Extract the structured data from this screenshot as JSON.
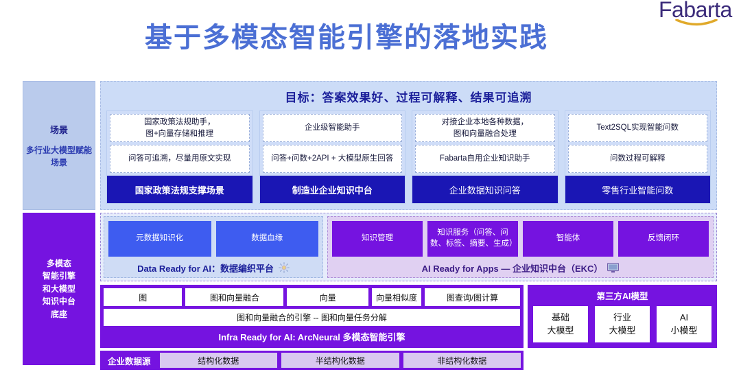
{
  "logo": {
    "name": "Fabarta",
    "arc_color": "#e0a92a",
    "text_color": "#3b2b7a"
  },
  "title": "基于多模态智能引擎的落地实践",
  "scene": {
    "side": {
      "heading": "场景",
      "sub": "多行业大模型赋能场景"
    },
    "goal": "目标：答案效果好、过程可解释、结果可追溯",
    "cards": [
      {
        "bullets": [
          "国家政策法规助手，\n图+向量存储和推理",
          "问答可追溯，尽量用原文实现"
        ],
        "footer": "国家政策法规支撑场景",
        "footer_bold": true
      },
      {
        "bullets": [
          "企业级智能助手",
          "问答+问数+2API + 大模型原生回答"
        ],
        "footer": "制造业企业知识中台",
        "footer_bold": true
      },
      {
        "bullets": [
          "对接企业本地各种数据，\n图和向量融合处理",
          "Fabarta自用企业知识助手"
        ],
        "footer": "企业数据知识问答",
        "footer_bold": false
      },
      {
        "bullets": [
          "Text2SQL实现智能问数",
          "问数过程可解释"
        ],
        "footer": "零售行业智能问数",
        "footer_bold": false
      }
    ]
  },
  "base": {
    "side": {
      "sub": "多模态\n智能引擎\n和大模型\n知识中台\n底座"
    },
    "data_ready": {
      "chips": [
        "元数据知识化",
        "数据血缘"
      ],
      "caption": "Data Ready for AI：数据编织平台",
      "icon": "sparkle-icon"
    },
    "apps_ready": {
      "chips": [
        "知识管理",
        "知识服务（问答、问数、标签、摘要、生成）",
        "智能体",
        "反馈闭环"
      ],
      "caption": "AI Ready for Apps — 企业知识中台（EKC）",
      "icon": "monitor-icon"
    },
    "infra": {
      "top_boxes": [
        "图",
        "图和向量融合",
        "向量",
        "向量相似度",
        "图查询/图计算"
      ],
      "middle": "图和向量融合的引擎 -- 图和向量任务分解",
      "footer": "Infra Ready for AI:  ArcNeural 多模态智能引擎"
    },
    "models": {
      "title": "第三方AI模型",
      "items": [
        "基础\n大模型",
        "行业\n大模型",
        "AI\n小模型"
      ]
    },
    "data_sources": {
      "label": "企业数据源",
      "items": [
        "结构化数据",
        "半结构化数据",
        "非结构化数据"
      ]
    }
  },
  "colors": {
    "title_blue": "#4b6fd4",
    "deep_blue": "#1a16b4",
    "violet": "#7513e0",
    "chip_blue": "#3e5cf0",
    "panel_blue": "#ccdcf7",
    "panel_pink": "#e0d0f2"
  }
}
